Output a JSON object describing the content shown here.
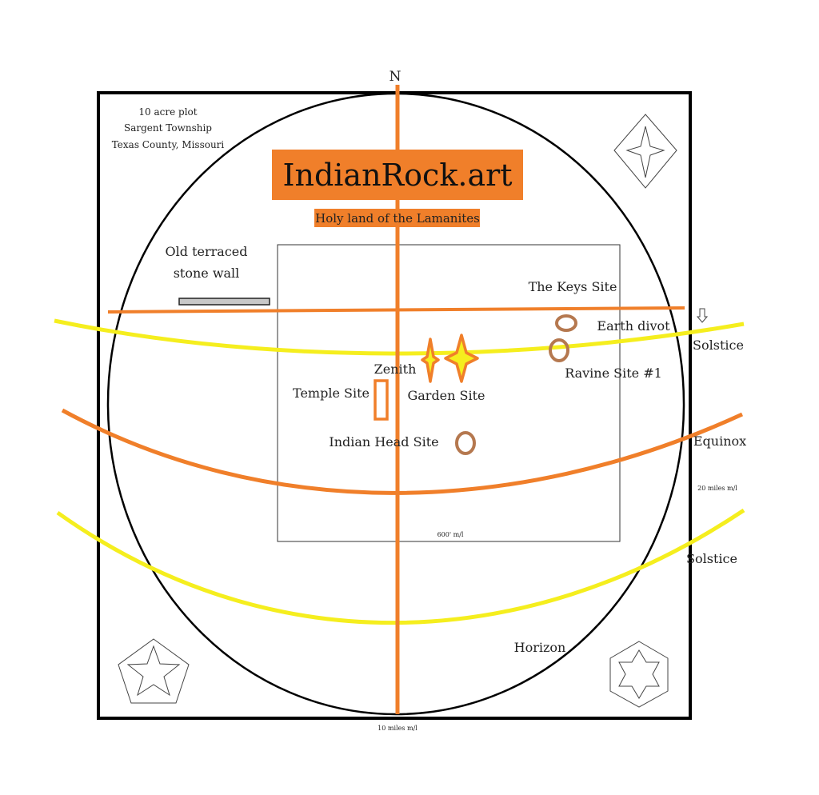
{
  "title": "IndianRock.art",
  "subtitle": "Holy land of the Lamanites",
  "north_label": "N",
  "plot_info": {
    "line1": "10 acre plot",
    "line2": "Sargent Township",
    "line3": "Texas County, Missouri"
  },
  "labels": {
    "old_wall_line1": "Old terraced",
    "old_wall_line2": "stone wall",
    "keys_site": "The Keys Site",
    "earth_divot": "Earth divot",
    "solstice_top": "Solstice",
    "ravine_site": "Ravine Site #1",
    "zenith": "Zenith",
    "temple_site": "Temple Site",
    "garden_site": "Garden Site",
    "indian_head_site": "Indian Head Site",
    "equinox": "Equinox",
    "twenty_miles": "20 miles m/l",
    "six_hundred": "600' m/l",
    "solstice_bottom": "Solstice",
    "horizon": "Horizon",
    "ten_miles": "10 miles m/l"
  },
  "colors": {
    "orange": "#f07f2a",
    "yellow": "#f5ee1e",
    "brown": "#b5784f",
    "title_box": "#f07f2a",
    "wall_fill": "#c8c8c8"
  },
  "icons": {
    "top_right": "four-point-star-icon",
    "bottom_left": "five-point-star-icon",
    "bottom_right": "six-point-star-icon",
    "arrow": "down-arrow-icon"
  }
}
